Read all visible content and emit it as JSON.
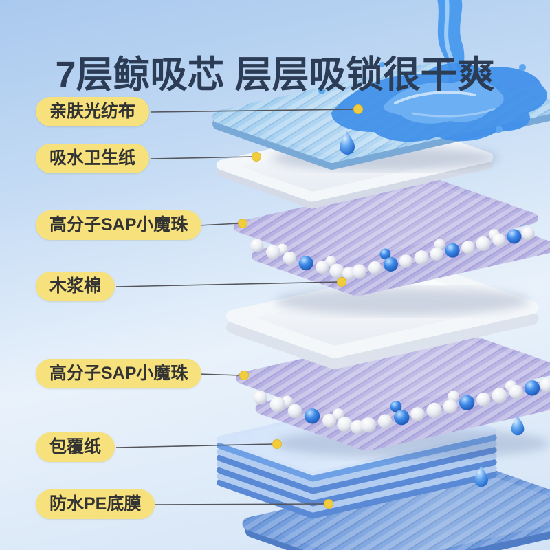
{
  "title": "7层鲸吸芯 层层吸锁很干爽",
  "labels": [
    {
      "id": "topsheet",
      "text": "亲肤光纺布"
    },
    {
      "id": "tissue",
      "text": "吸水卫生纸"
    },
    {
      "id": "sap-1",
      "text": "高分子SAP小魔珠"
    },
    {
      "id": "pulp",
      "text": "木浆棉"
    },
    {
      "id": "sap-2",
      "text": "高分子SAP小魔珠"
    },
    {
      "id": "wrap",
      "text": "包覆纸"
    },
    {
      "id": "pe-film",
      "text": "防水PE底膜"
    }
  ],
  "colors": {
    "label_bg": "#f6e17d",
    "label_text": "#333333",
    "title_text": "#2c3c55",
    "pointer_dot": "#f1cd3e",
    "water_blue": "#4d9ced",
    "fabric_blue": "#a6d0f0",
    "sap_purple": "#b5b0e2",
    "wrap_blue": "#5f8ed8",
    "film_blue": "#6f9bdc"
  }
}
